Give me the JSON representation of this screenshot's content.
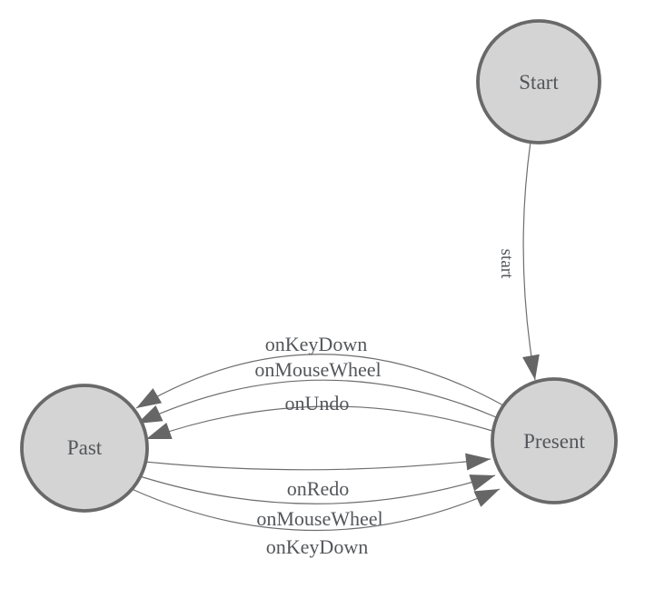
{
  "diagram": {
    "type": "state-machine",
    "background": "#ffffff",
    "colors": {
      "node_fill": "#d4d4d4",
      "node_stroke": "#696969",
      "edge_stroke": "#6e6e6e",
      "arrow_fill": "#666666",
      "label_color": "#53565a"
    },
    "nodes": [
      {
        "id": "start",
        "label": "Start"
      },
      {
        "id": "present",
        "label": "Present"
      },
      {
        "id": "past",
        "label": "Past"
      }
    ],
    "edges": [
      {
        "from": "Start",
        "to": "Present",
        "label": "start"
      },
      {
        "from": "Present",
        "to": "Past",
        "label": "onKeyDown"
      },
      {
        "from": "Present",
        "to": "Past",
        "label": "onMouseWheel"
      },
      {
        "from": "Present",
        "to": "Past",
        "label": "onUndo"
      },
      {
        "from": "Past",
        "to": "Present",
        "label": "onRedo"
      },
      {
        "from": "Past",
        "to": "Present",
        "label": "onMouseWheel"
      },
      {
        "from": "Past",
        "to": "Present",
        "label": "onKeyDown"
      }
    ]
  }
}
